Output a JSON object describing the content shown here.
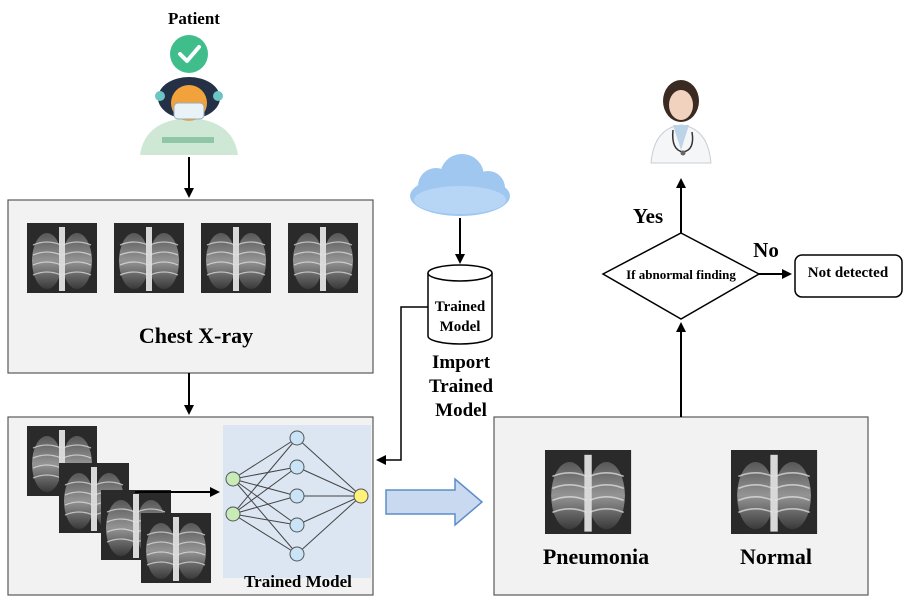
{
  "labels": {
    "patient": "Patient",
    "chest_xray": "Chest X-ray",
    "trained_model_db_line1": "Trained",
    "trained_model_db_line2": "Model",
    "import_line1": "Import",
    "import_line2": "Trained",
    "import_line3": "Model",
    "trained_model": "Trained Model",
    "pneumonia": "Pneumonia",
    "normal": "Normal",
    "decision": "If abnormal finding",
    "yes": "Yes",
    "no": "No",
    "not_detected": "Not detected"
  },
  "icons": {
    "check": "check-circle-icon",
    "patient": "masked-patient-icon",
    "cloud": "cloud-icon",
    "database": "database-cylinder-icon",
    "doctor": "doctor-icon"
  },
  "colors": {
    "box_fill": "#f2f2f2",
    "box_stroke": "#595959",
    "check_green": "#3fbe8c",
    "cloud_blue": "#9fc7f0",
    "nn_panel": "#dce6f2",
    "nn_node_green": "#c7ecb8",
    "nn_node_blue": "#c9e4f7",
    "nn_node_yellow": "#fff27a",
    "hollow_arrow_fill": "#c9daf0",
    "hollow_arrow_stroke": "#5b8dc9"
  }
}
